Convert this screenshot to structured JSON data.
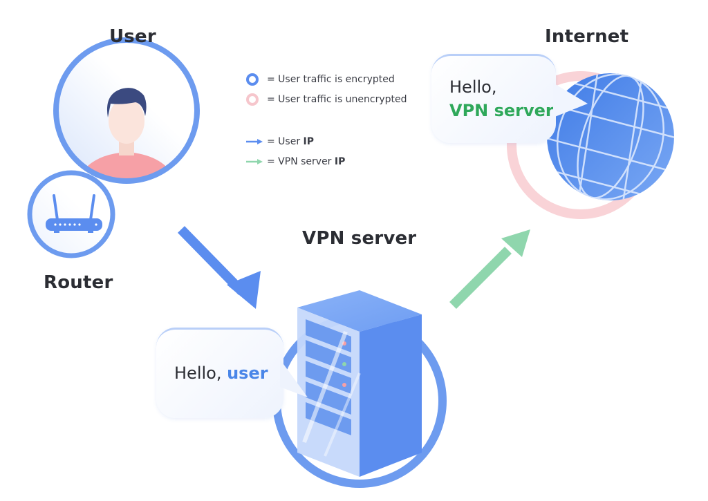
{
  "labels": {
    "user": "User",
    "router": "Router",
    "internet": "Internet",
    "vpn_server": "VPN server"
  },
  "legend": [
    {
      "icon": "blue-ring-icon",
      "color": "#5b8def",
      "text": "= User traffic is encrypted"
    },
    {
      "icon": "pink-ring-icon",
      "color": "#f6c6cc",
      "text": "= User traffic is unencrypted"
    },
    {
      "icon": "blue-arrow-icon",
      "color": "#5b8def",
      "text_prefix": "= User ",
      "text_bold": "IP"
    },
    {
      "icon": "green-arrow-icon",
      "color": "#8fd6ad",
      "text_prefix": "= VPN server ",
      "text_bold": "IP"
    }
  ],
  "bubbles": {
    "internet": {
      "line1": "Hello,",
      "highlight": "VPN server",
      "highlight_color": "#2fa85a"
    },
    "vpn": {
      "prefix": "Hello, ",
      "highlight": "user",
      "highlight_color": "#4a86e8"
    }
  },
  "colors": {
    "encrypted_blue": "#5b8def",
    "unencrypted_pink": "#f6c6cc",
    "user_ip_arrow": "#5b8def",
    "vpn_ip_arrow": "#8fd6ad",
    "shirt": "#f6a0a6",
    "hair": "#3b4a80"
  }
}
